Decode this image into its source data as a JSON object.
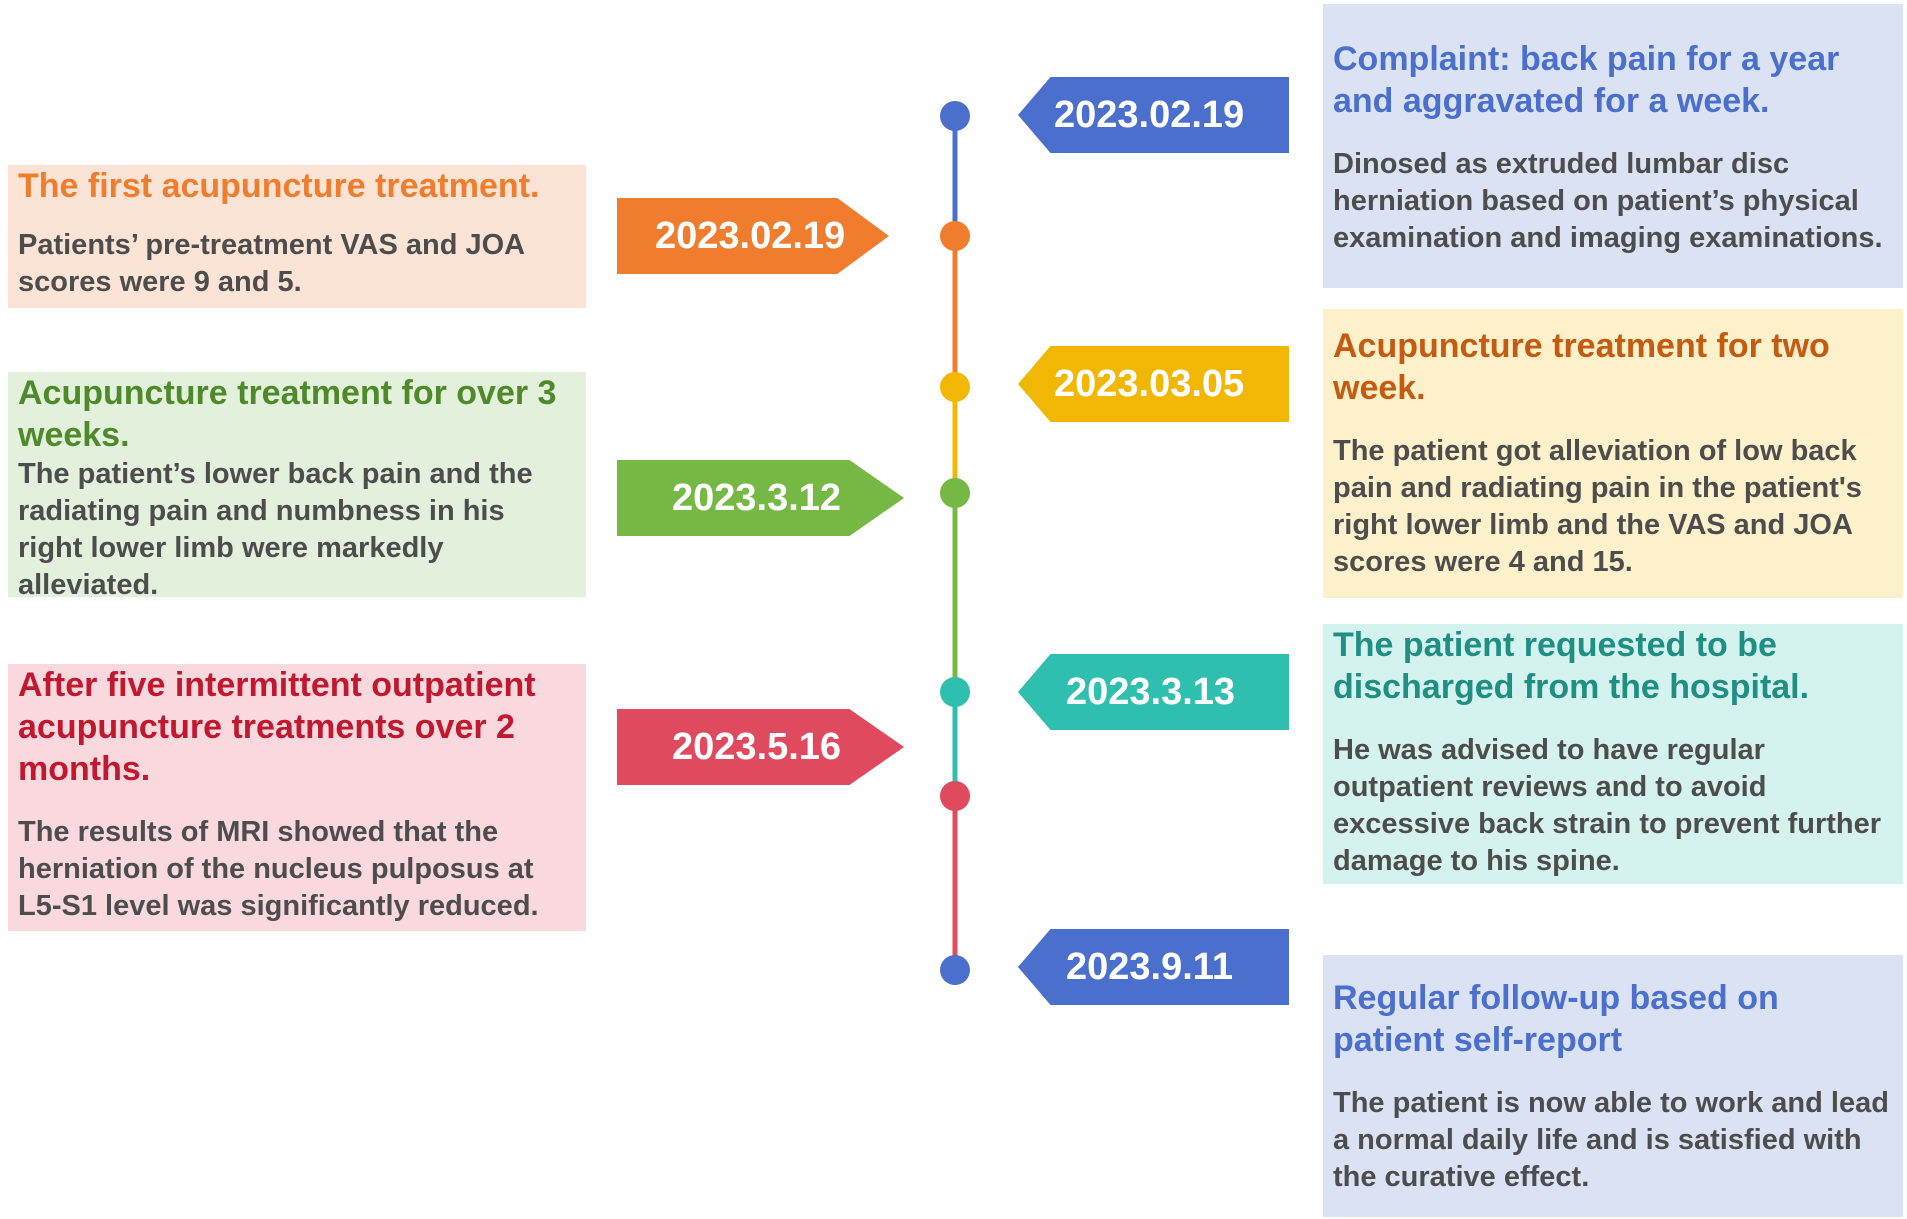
{
  "colors": {
    "blue": "#4a6fcc",
    "orange": "#ef7d2d",
    "yellow": "#f2b705",
    "green": "#75b843",
    "teal": "#2fbfae",
    "red": "#e04a5e",
    "blue_bg": "#dbe2f4",
    "orange_bg": "#fbe3d5",
    "yellow_bg": "#fdf1cc",
    "green_bg": "#e3f0dc",
    "teal_bg": "#d5f3ee",
    "red_bg": "#f9d9de",
    "body_text": "#4d4d4d"
  },
  "events": [
    {
      "side": "right",
      "date": "2023.02.19",
      "title": "Complaint: back pain for a year and aggravated for a week.",
      "body": "Dinosed as extruded lumbar disc herniation based on patient’s physical examination and imaging examinations.",
      "color": "#4a6fcc",
      "title_color": "#4a6fcc",
      "bg": "#dbe2f4"
    },
    {
      "side": "left",
      "date": "2023.02.19",
      "title": "The first acupuncture treatment.",
      "body": "Patients’ pre-treatment VAS and JOA scores were 9 and 5.",
      "color": "#ef7d2d",
      "title_color": "#ef7d2d",
      "bg": "#fbe3d5"
    },
    {
      "side": "right",
      "date": "2023.03.05",
      "title": "Acupuncture treatment for two week.",
      "body": "The patient got alleviation of low back pain and radiating pain in the patient's right lower limb and the VAS and JOA scores were 4 and 15.",
      "color": "#f2b705",
      "title_color": "#c55a11",
      "bg": "#fdf1cc"
    },
    {
      "side": "left",
      "date": "2023.3.12",
      "title": "Acupuncture treatment for over 3 weeks.",
      "body": "The patient’s lower back pain and the radiating pain and numbness in his right lower limb were markedly alleviated.",
      "color": "#75b843",
      "title_color": "#4e8a2a",
      "bg": "#e3f0dc"
    },
    {
      "side": "right",
      "date": "2023.3.13",
      "title": "The patient requested to be discharged from the hospital.",
      "body": "He was advised to have regular outpatient reviews and to avoid excessive back strain to prevent further damage to his spine.",
      "color": "#2fbfae",
      "title_color": "#1f8f83",
      "bg": "#d5f3ee"
    },
    {
      "side": "left",
      "date": "2023.5.16",
      "title": "After five intermittent outpatient acupuncture treatments over 2 months.",
      "body": "The results of MRI showed that the herniation of the nucleus pulposus at L5-S1 level was significantly reduced.",
      "color": "#e04a5e",
      "title_color": "#c0182f",
      "bg": "#f9d9de"
    },
    {
      "side": "right",
      "date": "2023.9.11",
      "title": "Regular follow-up based on patient self-report",
      "body": "The patient is now able to work and lead a normal daily life and is satisfied with the curative effect.",
      "color": "#4a6fcc",
      "title_color": "#4a6fcc",
      "bg": "#dbe2f4"
    }
  ]
}
